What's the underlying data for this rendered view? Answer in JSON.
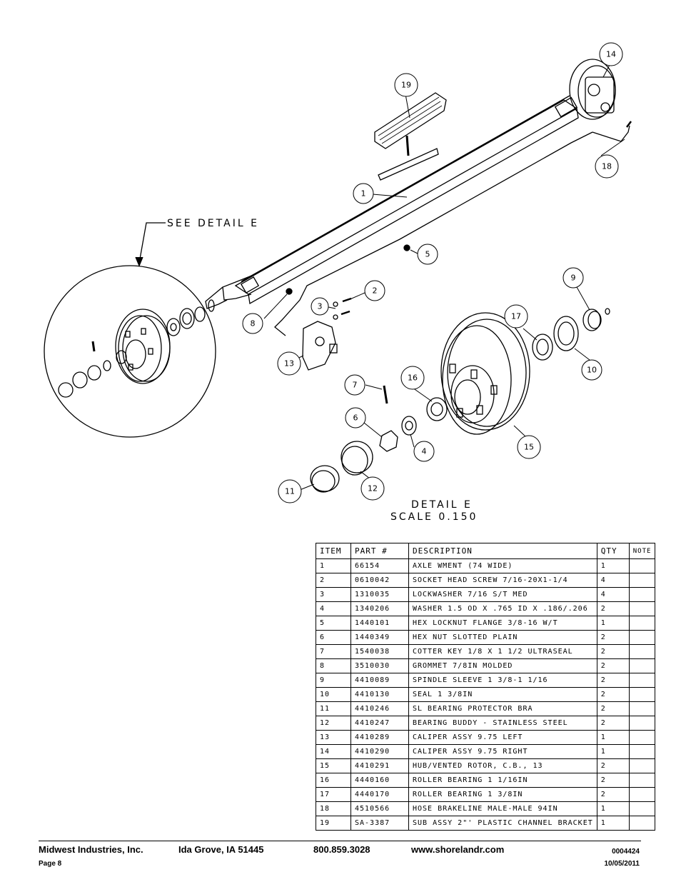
{
  "diagram": {
    "see_detail": "SEE DETAIL  E",
    "detail_title": "DETAIL  E",
    "detail_scale": "SCALE  0.150",
    "callouts": [
      "1",
      "2",
      "3",
      "4",
      "5",
      "6",
      "7",
      "8",
      "9",
      "10",
      "11",
      "12",
      "13",
      "14",
      "15",
      "16",
      "17",
      "18",
      "19"
    ]
  },
  "table": {
    "headers": {
      "item": "ITEM",
      "part": "PART #",
      "description": "DESCRIPTION",
      "qty": "QTY",
      "note": "NOTE"
    },
    "rows": [
      {
        "item": "1",
        "part": "66154",
        "description": "AXLE WMENT (74 WIDE)",
        "qty": "1",
        "note": ""
      },
      {
        "item": "2",
        "part": "0610042",
        "description": "SOCKET HEAD SCREW 7/16-20X1-1/4",
        "qty": "4",
        "note": ""
      },
      {
        "item": "3",
        "part": "1310035",
        "description": "LOCKWASHER 7/16 S/T MED",
        "qty": "4",
        "note": ""
      },
      {
        "item": "4",
        "part": "1340206",
        "description": "WASHER 1.5 OD X .765 ID X .186/.206",
        "qty": "2",
        "note": ""
      },
      {
        "item": "5",
        "part": "1440101",
        "description": "HEX LOCKNUT FLANGE 3/8-16 W/T",
        "qty": "1",
        "note": ""
      },
      {
        "item": "6",
        "part": "1440349",
        "description": "HEX NUT SLOTTED PLAIN",
        "qty": "2",
        "note": ""
      },
      {
        "item": "7",
        "part": "1540038",
        "description": "COTTER KEY 1/8 X 1 1/2 ULTRASEAL",
        "qty": "2",
        "note": ""
      },
      {
        "item": "8",
        "part": "3510030",
        "description": "GROMMET  7/8IN MOLDED",
        "qty": "2",
        "note": ""
      },
      {
        "item": "9",
        "part": "4410089",
        "description": "SPINDLE SLEEVE  1 3/8-1 1/16",
        "qty": "2",
        "note": ""
      },
      {
        "item": "10",
        "part": "4410130",
        "description": "SEAL  1 3/8IN",
        "qty": "2",
        "note": ""
      },
      {
        "item": "11",
        "part": "4410246",
        "description": "SL BEARING PROTECTOR BRA",
        "qty": "2",
        "note": ""
      },
      {
        "item": "12",
        "part": "4410247",
        "description": "BEARING BUDDY - STAINLESS STEEL",
        "qty": "2",
        "note": ""
      },
      {
        "item": "13",
        "part": "4410289",
        "description": "CALIPER ASSY 9.75 LEFT",
        "qty": "1",
        "note": ""
      },
      {
        "item": "14",
        "part": "4410290",
        "description": "CALIPER ASSY 9.75 RIGHT",
        "qty": "1",
        "note": ""
      },
      {
        "item": "15",
        "part": "4410291",
        "description": "HUB/VENTED ROTOR, C.B.,  13",
        "qty": "2",
        "note": ""
      },
      {
        "item": "16",
        "part": "4440160",
        "description": "ROLLER BEARING   1 1/16IN",
        "qty": "2",
        "note": ""
      },
      {
        "item": "17",
        "part": "4440170",
        "description": "ROLLER BEARING   1 3/8IN",
        "qty": "2",
        "note": ""
      },
      {
        "item": "18",
        "part": "4510566",
        "description": "HOSE BRAKELINE MALE-MALE 94IN",
        "qty": "1",
        "note": ""
      },
      {
        "item": "19",
        "part": "SA-3387",
        "description": "SUB ASSY 2\"' PLASTIC CHANNEL BRACKET",
        "qty": "1",
        "note": ""
      }
    ]
  },
  "footer": {
    "company": "Midwest Industries, Inc.",
    "city": "Ida Grove, IA  51445",
    "phone": "800.859.3028",
    "website": "www.shorelandr.com",
    "doc_number": "0004424",
    "page": "Page 8",
    "date": "10/05/2011"
  }
}
